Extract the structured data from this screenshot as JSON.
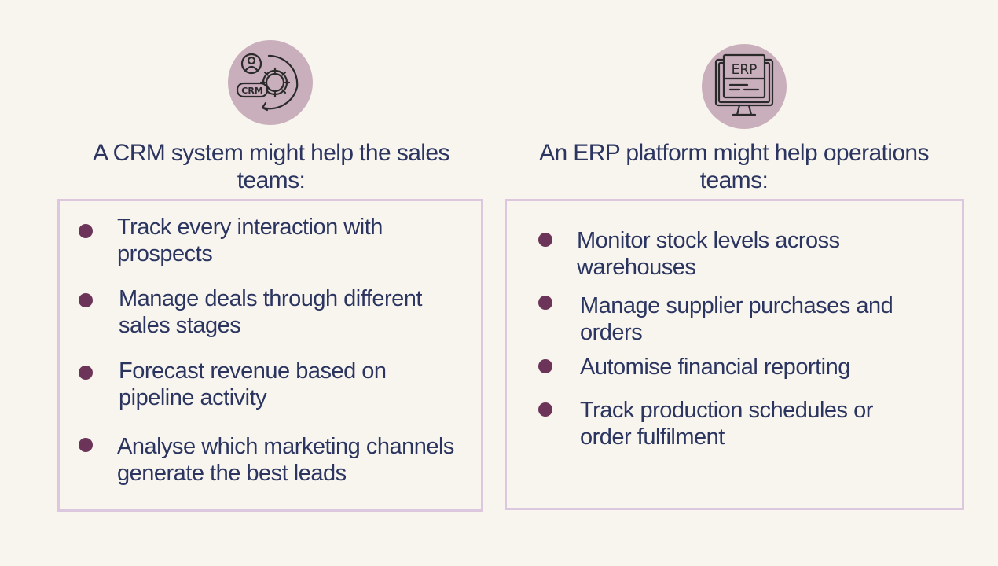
{
  "crm": {
    "icon_text": "CRM",
    "heading": "A CRM system might help the sales teams:",
    "items": [
      "Track every interaction with prospects",
      "Manage deals through different sales stages",
      "Forecast revenue based on pipeline activity",
      "Analyse which marketing channels generate the best leads"
    ]
  },
  "erp": {
    "icon_text": "ERP",
    "heading": "An ERP platform might help operations teams:",
    "items": [
      "Monitor stock levels across warehouses",
      "Manage supplier purchases and orders",
      "Automise financial reporting",
      "Track production schedules or order fulfilment"
    ]
  },
  "colors": {
    "background": "#f8f5ef",
    "text": "#2b3560",
    "bullet": "#6b3458",
    "icon_circle": "#c9aebb",
    "panel_border": "#dcc8de"
  }
}
